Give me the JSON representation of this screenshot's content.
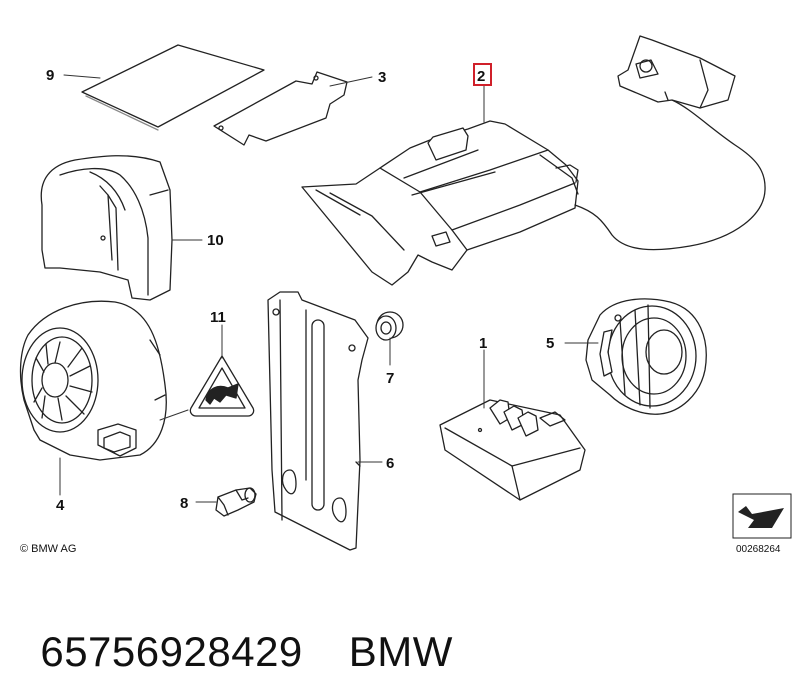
{
  "diagram": {
    "callouts": [
      {
        "id": "9",
        "label": "9"
      },
      {
        "id": "3",
        "label": "3"
      },
      {
        "id": "2",
        "label": "2",
        "highlighted": true
      },
      {
        "id": "10",
        "label": "10"
      },
      {
        "id": "11",
        "label": "11"
      },
      {
        "id": "7",
        "label": "7"
      },
      {
        "id": "1",
        "label": "1"
      },
      {
        "id": "5",
        "label": "5"
      },
      {
        "id": "4",
        "label": "4"
      },
      {
        "id": "6",
        "label": "6"
      },
      {
        "id": "8",
        "label": "8"
      }
    ],
    "highlight_color": "#d0202a",
    "copyright": "© BMW AG",
    "document_number": "00268264"
  },
  "footer": {
    "part_number": "65756928429",
    "brand": "BMW"
  }
}
